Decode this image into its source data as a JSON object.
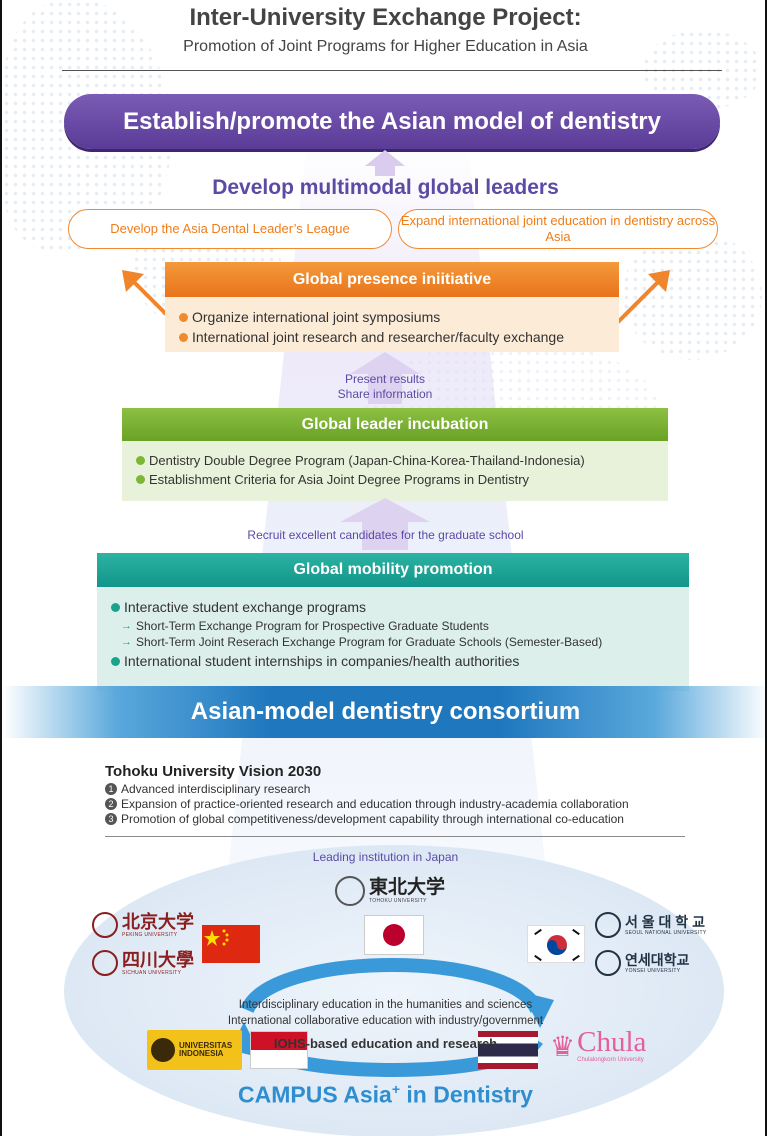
{
  "header": {
    "title": "Inter-University Exchange Project:",
    "subtitle": "Promotion of Joint Programs for Higher Education in Asia"
  },
  "goal": "Establish/promote the Asian model of dentistry",
  "leaders_heading": "Develop multimodal global leaders",
  "pills": {
    "left": "Develop the Asia Dental Leader’s League",
    "right": "Expand international joint education in dentistry across Asia"
  },
  "presence": {
    "title": "Global presence iniitiative",
    "items": [
      "Organize international joint symposiums",
      "International joint research and researcher/faculty exchange"
    ]
  },
  "present_results": {
    "line1": "Present results",
    "line2": "Share information"
  },
  "incubation": {
    "title": "Global leader incubation",
    "items": [
      "Dentistry Double Degree Program (Japan-China-Korea-Thailand-Indonesia)",
      "Establishment Criteria for Asia Joint Degree Programs in Dentistry"
    ]
  },
  "recruit": "Recruit excellent candidates for the graduate school",
  "mobility": {
    "title": "Global mobility promotion",
    "item1": "Interactive student exchange programs",
    "sub1": "Short-Term Exchange Program for Prospective Graduate Students",
    "sub2": "Short-Term Joint Reserach Exchange Program for Graduate Schools (Semester-Based)",
    "item2": "International student internships in companies/health authorities"
  },
  "consortium": "Asian-model dentistry consortium",
  "vision": {
    "title": "Tohoku University Vision 2030",
    "items": [
      {
        "num": "1",
        "text": "Advanced interdisciplinary research"
      },
      {
        "num": "2",
        "text": "Expansion of practice-oriented research and education through industry-academia collaboration"
      },
      {
        "num": "3",
        "text": "Promotion of global competitiveness/development capability through international co-education"
      }
    ]
  },
  "leading": "Leading institution in Japan",
  "universities": {
    "tohoku": {
      "name": "東北大学",
      "en": "TOHOKU UNIVERSITY"
    },
    "peking": {
      "name": "北京大学",
      "en": "PEKING UNIVERSITY"
    },
    "sichuan": {
      "name": "四川大學",
      "en": "SICHUAN UNIVERSITY"
    },
    "seoul": {
      "name": "서 울 대 학 교",
      "en": "SEOUL NATIONAL UNIVERSITY"
    },
    "yonsei": {
      "name": "연세대학교",
      "en": "YONSEI UNIVERSITY"
    },
    "indonesia": {
      "name1": "UNIVERSITAS",
      "name2": "INDONESIA"
    },
    "chula": {
      "name": "Chula",
      "en": "Chulalongkorn University"
    }
  },
  "cycle": {
    "line1": "Interdisciplinary education in the humanities and sciences",
    "line2": "International collaborative education with industry/government",
    "iohs": "IOHS-based education and research"
  },
  "campus": {
    "text": "CAMPUS Asia",
    "sup": "+",
    "suffix": " in Dentistry"
  },
  "colors": {
    "purple": "#5a3c98",
    "orange": "#e9731a",
    "green": "#69a225",
    "teal": "#12958a",
    "blue": "#1f78be",
    "campus_blue": "#2f8ecf"
  }
}
